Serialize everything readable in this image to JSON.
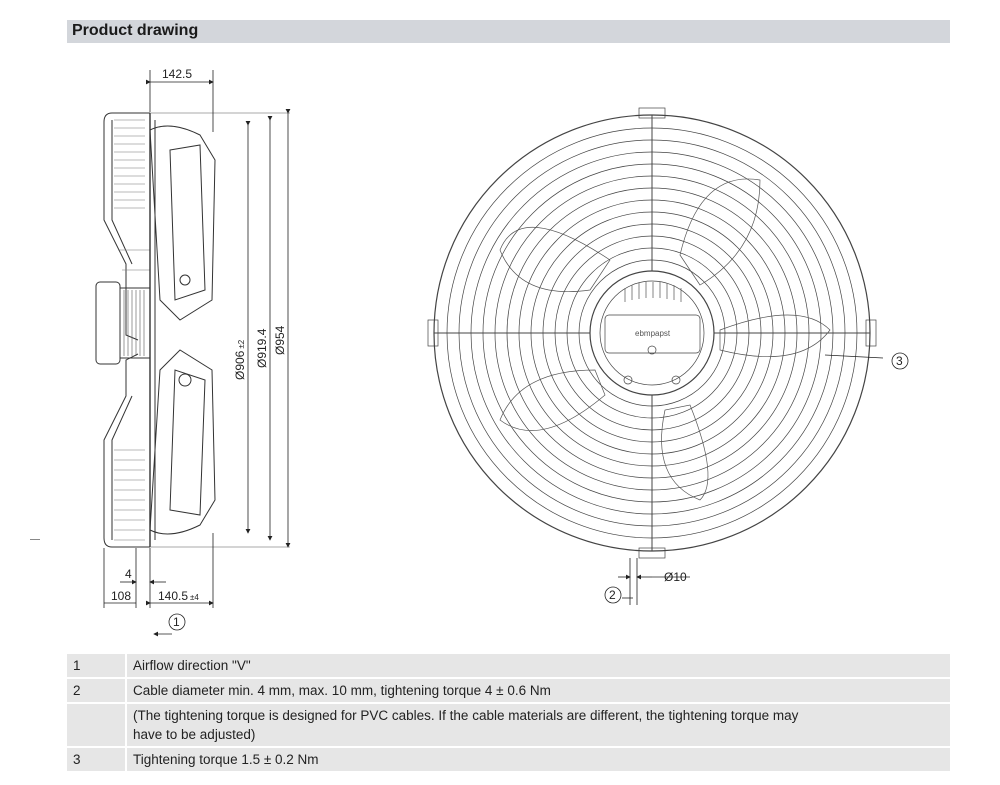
{
  "header": {
    "title": "Product drawing"
  },
  "side_view": {
    "dim_top": "142.5",
    "dim_d1": "Ø906",
    "dim_d1_tol": "±2",
    "dim_d2": "Ø919.4",
    "dim_d3": "Ø954",
    "dim_4": "4",
    "dim_108": "108",
    "dim_140": "140.5",
    "dim_140_tol": "±4",
    "callout_1": "1"
  },
  "front_view": {
    "callout_2": "2",
    "callout_3": "3",
    "dim_hole": "Ø10",
    "brand": "ebmpapst"
  },
  "notes": [
    {
      "num": "1",
      "text": "Airflow direction \"V\""
    },
    {
      "num": "2",
      "text": "Cable diameter min. 4 mm, max. 10 mm, tightening torque 4 ± 0.6 Nm"
    },
    {
      "num": "",
      "text": "(The tightening torque is designed for PVC cables. If the cable materials are different, the tightening torque may have to be adjusted)"
    },
    {
      "num": "3",
      "text": "Tightening torque 1.5 ± 0.2 Nm"
    }
  ]
}
